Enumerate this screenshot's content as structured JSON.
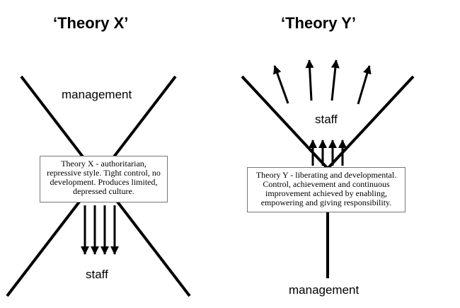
{
  "theory_x": {
    "title": "‘Theory X’",
    "top_label": "management",
    "box_text": "Theory X - authoritarian, repressive style.  Tight control, no development.  Produces limited, depressed culture.",
    "bottom_label": "staff"
  },
  "theory_y": {
    "title": "‘Theory Y’",
    "top_label": "staff",
    "box_text": "Theory Y - liberating and  developmental. Control, achievement and continuous improvement achieved by enabling, empowering and giving responsibility.",
    "bottom_label": "management"
  },
  "colors": {
    "line": "#000000",
    "box_border": "#777777",
    "background": "#ffffff"
  }
}
